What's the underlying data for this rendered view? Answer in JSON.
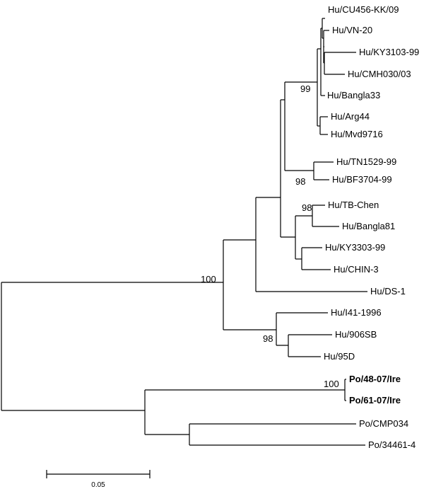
{
  "tree": {
    "leaves": [
      {
        "id": "l1",
        "label": "Hu/CU456-KK/09"
      },
      {
        "id": "l2",
        "label": "Hu/VN-20"
      },
      {
        "id": "l3",
        "label": "Hu/KY3103-99"
      },
      {
        "id": "l4",
        "label": "Hu/CMH030/03"
      },
      {
        "id": "l5",
        "label": "Hu/Bangla33"
      },
      {
        "id": "l6",
        "label": "Hu/Arg44"
      },
      {
        "id": "l7",
        "label": "Hu/Mvd9716"
      },
      {
        "id": "l8",
        "label": "Hu/TN1529-99"
      },
      {
        "id": "l9",
        "label": "Hu/BF3704-99"
      },
      {
        "id": "l10",
        "label": "Hu/TB-Chen"
      },
      {
        "id": "l11",
        "label": "Hu/Bangla81"
      },
      {
        "id": "l12",
        "label": "Hu/KY3303-99"
      },
      {
        "id": "l13",
        "label": "Hu/CHIN-3"
      },
      {
        "id": "l14",
        "label": "Hu/DS-1"
      },
      {
        "id": "l15",
        "label": "Hu/I41-1996"
      },
      {
        "id": "l16",
        "label": "Hu/906SB"
      },
      {
        "id": "l17",
        "label": "Hu/95D"
      },
      {
        "id": "l18",
        "label": "Po/48-07/Ire",
        "bold": true
      },
      {
        "id": "l19",
        "label": "Po/61-07/Ire",
        "bold": true
      },
      {
        "id": "l20",
        "label": "Po/CMP034"
      },
      {
        "id": "l21",
        "label": "Po/34461-4"
      }
    ],
    "support_values": [
      {
        "id": "s99",
        "value": "99"
      },
      {
        "id": "s98a",
        "value": "98"
      },
      {
        "id": "s98b",
        "value": "98"
      },
      {
        "id": "s100a",
        "value": "100"
      },
      {
        "id": "s98c",
        "value": "98"
      },
      {
        "id": "s100b",
        "value": "100"
      }
    ],
    "scale_bar": {
      "value": 0.05,
      "label": "0.05"
    }
  }
}
